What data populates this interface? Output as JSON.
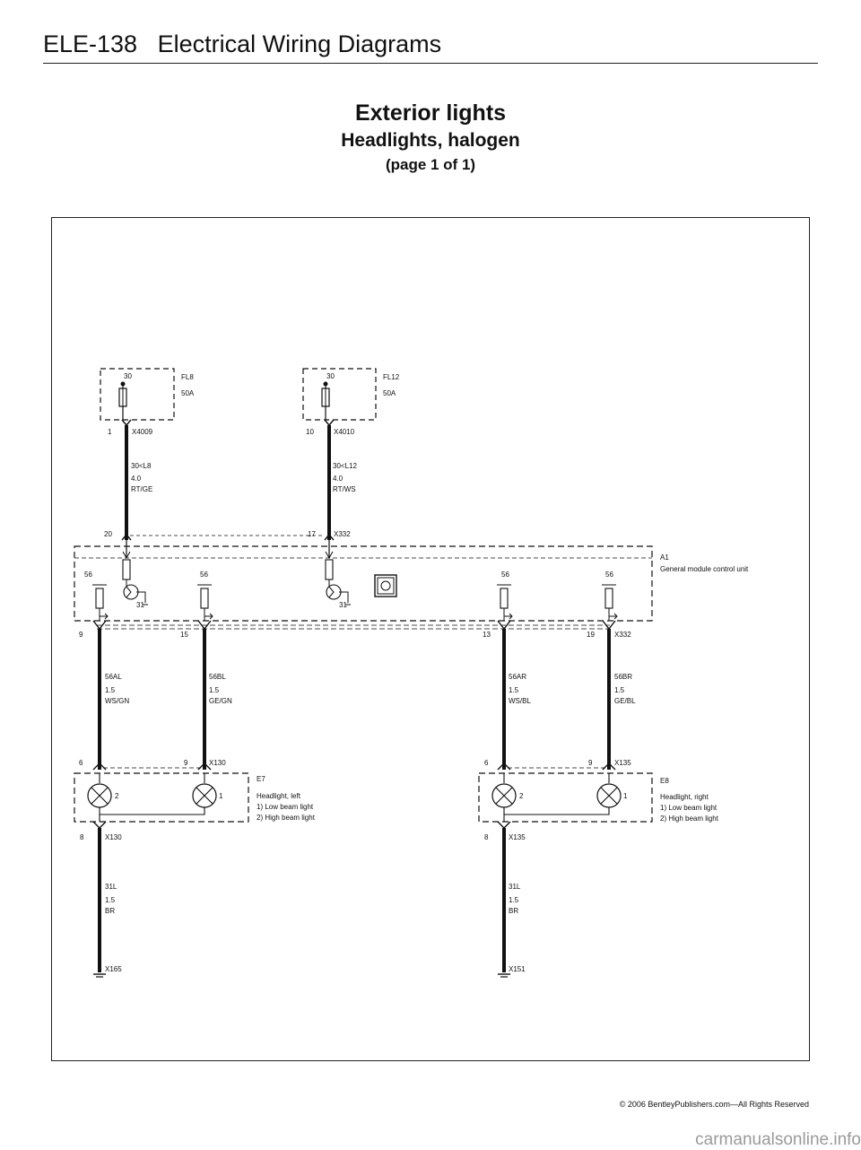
{
  "header": {
    "code": "ELE-138",
    "title": "Electrical Wiring Diagrams"
  },
  "diagram": {
    "title": "Exterior lights",
    "subtitle": "Headlights, halogen",
    "page": "(page 1 of 1)",
    "fuses": [
      {
        "name": "FL8",
        "rating": "50A",
        "terminal": "30"
      },
      {
        "name": "FL12",
        "rating": "50A",
        "terminal": "30"
      }
    ],
    "connectors": {
      "x4009_pin": "1",
      "x4009": "X4009",
      "x4010_pin": "10",
      "x4010": "X4010",
      "x332_pin_a": "20",
      "x332_pin_b": "17",
      "x332": "X332",
      "x332_pins_bottom": [
        "9",
        "15",
        "13",
        "19"
      ],
      "x130_pin_a": "6",
      "x130_pin_b": "9",
      "x130": "X130",
      "x135_pin_a": "6",
      "x135_pin_b": "9",
      "x135": "X135",
      "x130_ground_pin": "8",
      "x135_ground_pin": "8",
      "x165": "X165",
      "x151": "X151"
    },
    "wires": {
      "feed_left": {
        "circuit": "30<L8",
        "size": "4.0",
        "color": "RT/GE"
      },
      "feed_right": {
        "circuit": "30<L12",
        "size": "4.0",
        "color": "RT/WS"
      },
      "w56al": {
        "circuit": "56AL",
        "size": "1.5",
        "color": "WS/GN"
      },
      "w56bl": {
        "circuit": "56BL",
        "size": "1.5",
        "color": "GE/GN"
      },
      "w56ar": {
        "circuit": "56AR",
        "size": "1.5",
        "color": "WS/BL"
      },
      "w56br": {
        "circuit": "56BR",
        "size": "1.5",
        "color": "GE/BL"
      },
      "gnd_left": {
        "circuit": "31L",
        "size": "1.5",
        "color": "BR"
      },
      "gnd_right": {
        "circuit": "31L",
        "size": "1.5",
        "color": "BR"
      }
    },
    "module": {
      "id": "A1",
      "name": "General module control unit",
      "pin_labels": [
        "56",
        "56",
        "56",
        "56"
      ],
      "ground_labels": [
        "31",
        "31"
      ]
    },
    "headlight_left": {
      "id": "E7",
      "name": "Headlight, left",
      "note1": "1) Low beam light",
      "note2": "2) High beam light",
      "pin_a": "2",
      "pin_b": "1"
    },
    "headlight_right": {
      "id": "E8",
      "name": "Headlight, right",
      "note1": "1) Low beam light",
      "note2": "2) High beam light",
      "pin_a": "2",
      "pin_b": "1"
    }
  },
  "footer": {
    "copyright": "© 2006 BentleyPublishers.com—All Rights Reserved"
  },
  "watermark": "carmanualsonline.info"
}
